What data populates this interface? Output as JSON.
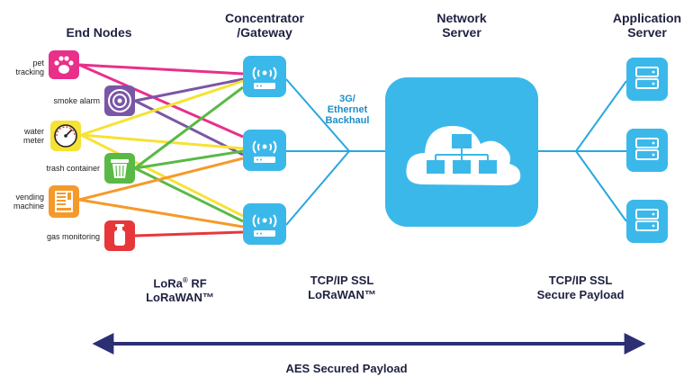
{
  "headers": {
    "end_nodes": "End Nodes",
    "gateway_line1": "Concentrator",
    "gateway_line2": "/Gateway",
    "network_line1": "Network",
    "network_line2": "Server",
    "app_line1": "Application",
    "app_line2": "Server"
  },
  "end_nodes": [
    {
      "label_line1": "pet",
      "label_line2": "tracking",
      "icon": "paw-icon",
      "color": "#e8308a"
    },
    {
      "label_line1": "smoke alarm",
      "label_line2": "",
      "icon": "smoke-detector-icon",
      "color": "#7a56a6"
    },
    {
      "label_line1": "water",
      "label_line2": "meter",
      "icon": "gauge-icon",
      "color": "#f6e234"
    },
    {
      "label_line1": "trash container",
      "label_line2": "",
      "icon": "trash-bin-icon",
      "color": "#59b947"
    },
    {
      "label_line1": "vending",
      "label_line2": "machine",
      "icon": "vending-machine-icon",
      "color": "#f59a2a"
    },
    {
      "label_line1": "gas monitoring",
      "label_line2": "",
      "icon": "gas-tank-icon",
      "color": "#e8373a"
    }
  ],
  "backhaul": {
    "line1": "3G/",
    "line2": "Ethernet",
    "line3": "Backhaul"
  },
  "bottom": {
    "rf_line1": "LoRa",
    "rf_reg": "®",
    "rf_line1b": " RF",
    "rf_line2": "LoRaWAN™",
    "tcp1_line1": "TCP/IP SSL",
    "tcp1_line2": "LoRaWAN™",
    "tcp2_line1": "TCP/IP SSL",
    "tcp2_line2": "Secure Payload",
    "aes": "AES Secured Payload"
  },
  "colors": {
    "accent_blue": "#3bb8ea",
    "link_blue": "#2aa7e0",
    "arrow_navy": "#2d2f73",
    "text_dark": "#1f2141"
  }
}
